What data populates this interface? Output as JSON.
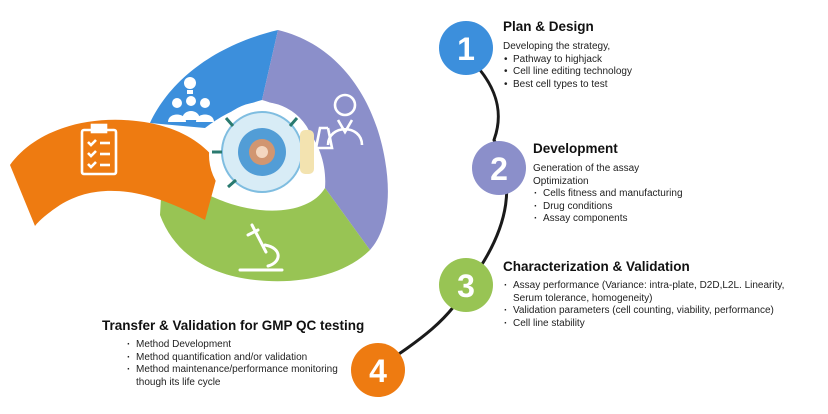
{
  "steps": [
    {
      "number": "1",
      "title": "Plan & Design",
      "intro": "Developing the strategy,",
      "bullets": [
        "Pathway to highjack",
        "Cell line editing technology",
        "Best cell types to test"
      ]
    },
    {
      "number": "2",
      "title": "Development",
      "intro": "Generation of the assay",
      "intro2": "Optimization",
      "bullets": [
        "Cells fitness and manufacturing",
        "Drug conditions",
        "Assay components"
      ]
    },
    {
      "number": "3",
      "title": "Characterization & Validation",
      "bullets": [
        "Assay performance (Variance: intra-plate, D2D,L2L. Linearity, Serum tolerance, homogeneity)",
        "Validation parameters (cell counting, viability, performance)",
        "Cell line stability"
      ]
    },
    {
      "number": "4",
      "title": "Transfer & Validation for GMP QC testing",
      "bullets": [
        "Method Development",
        "Method quantification and/or validation",
        "Method maintenance/performance monitoring though its life cycle"
      ]
    }
  ],
  "cycle_icons": [
    "team-idea-icon",
    "scientist-icon",
    "microscope-icon",
    "clipboard-checklist-icon",
    "cell-assay-icon"
  ],
  "colors": {
    "blue": "#3c8fdc",
    "purple": "#8b8fca",
    "green": "#98c454",
    "orange": "#ee7b11",
    "dark_line": "#1a1a1a"
  }
}
